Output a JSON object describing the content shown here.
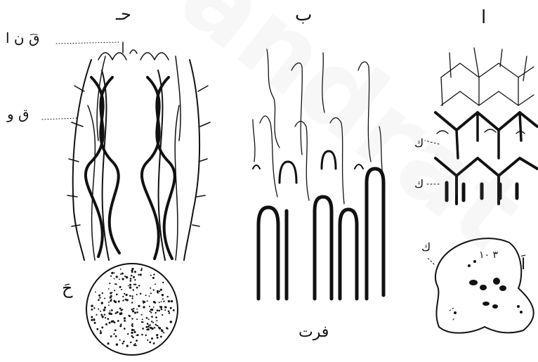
{
  "figure": {
    "panels": [
      {
        "id": "a",
        "label": "ا"
      },
      {
        "id": "b",
        "label": "ب"
      },
      {
        "id": "c",
        "label": "حـ"
      },
      {
        "id": "c2",
        "label": "حَ"
      },
      {
        "id": "a2",
        "label": "اَ"
      }
    ],
    "annotations": {
      "c_top": "قَ ن ا",
      "c_side": "ق و",
      "a_k1": "ك",
      "a_k2": "ك",
      "a2_k": "ك",
      "a2_inner": "٣ ١٠",
      "b_caption": "فرت"
    },
    "watermark": "andrat"
  }
}
